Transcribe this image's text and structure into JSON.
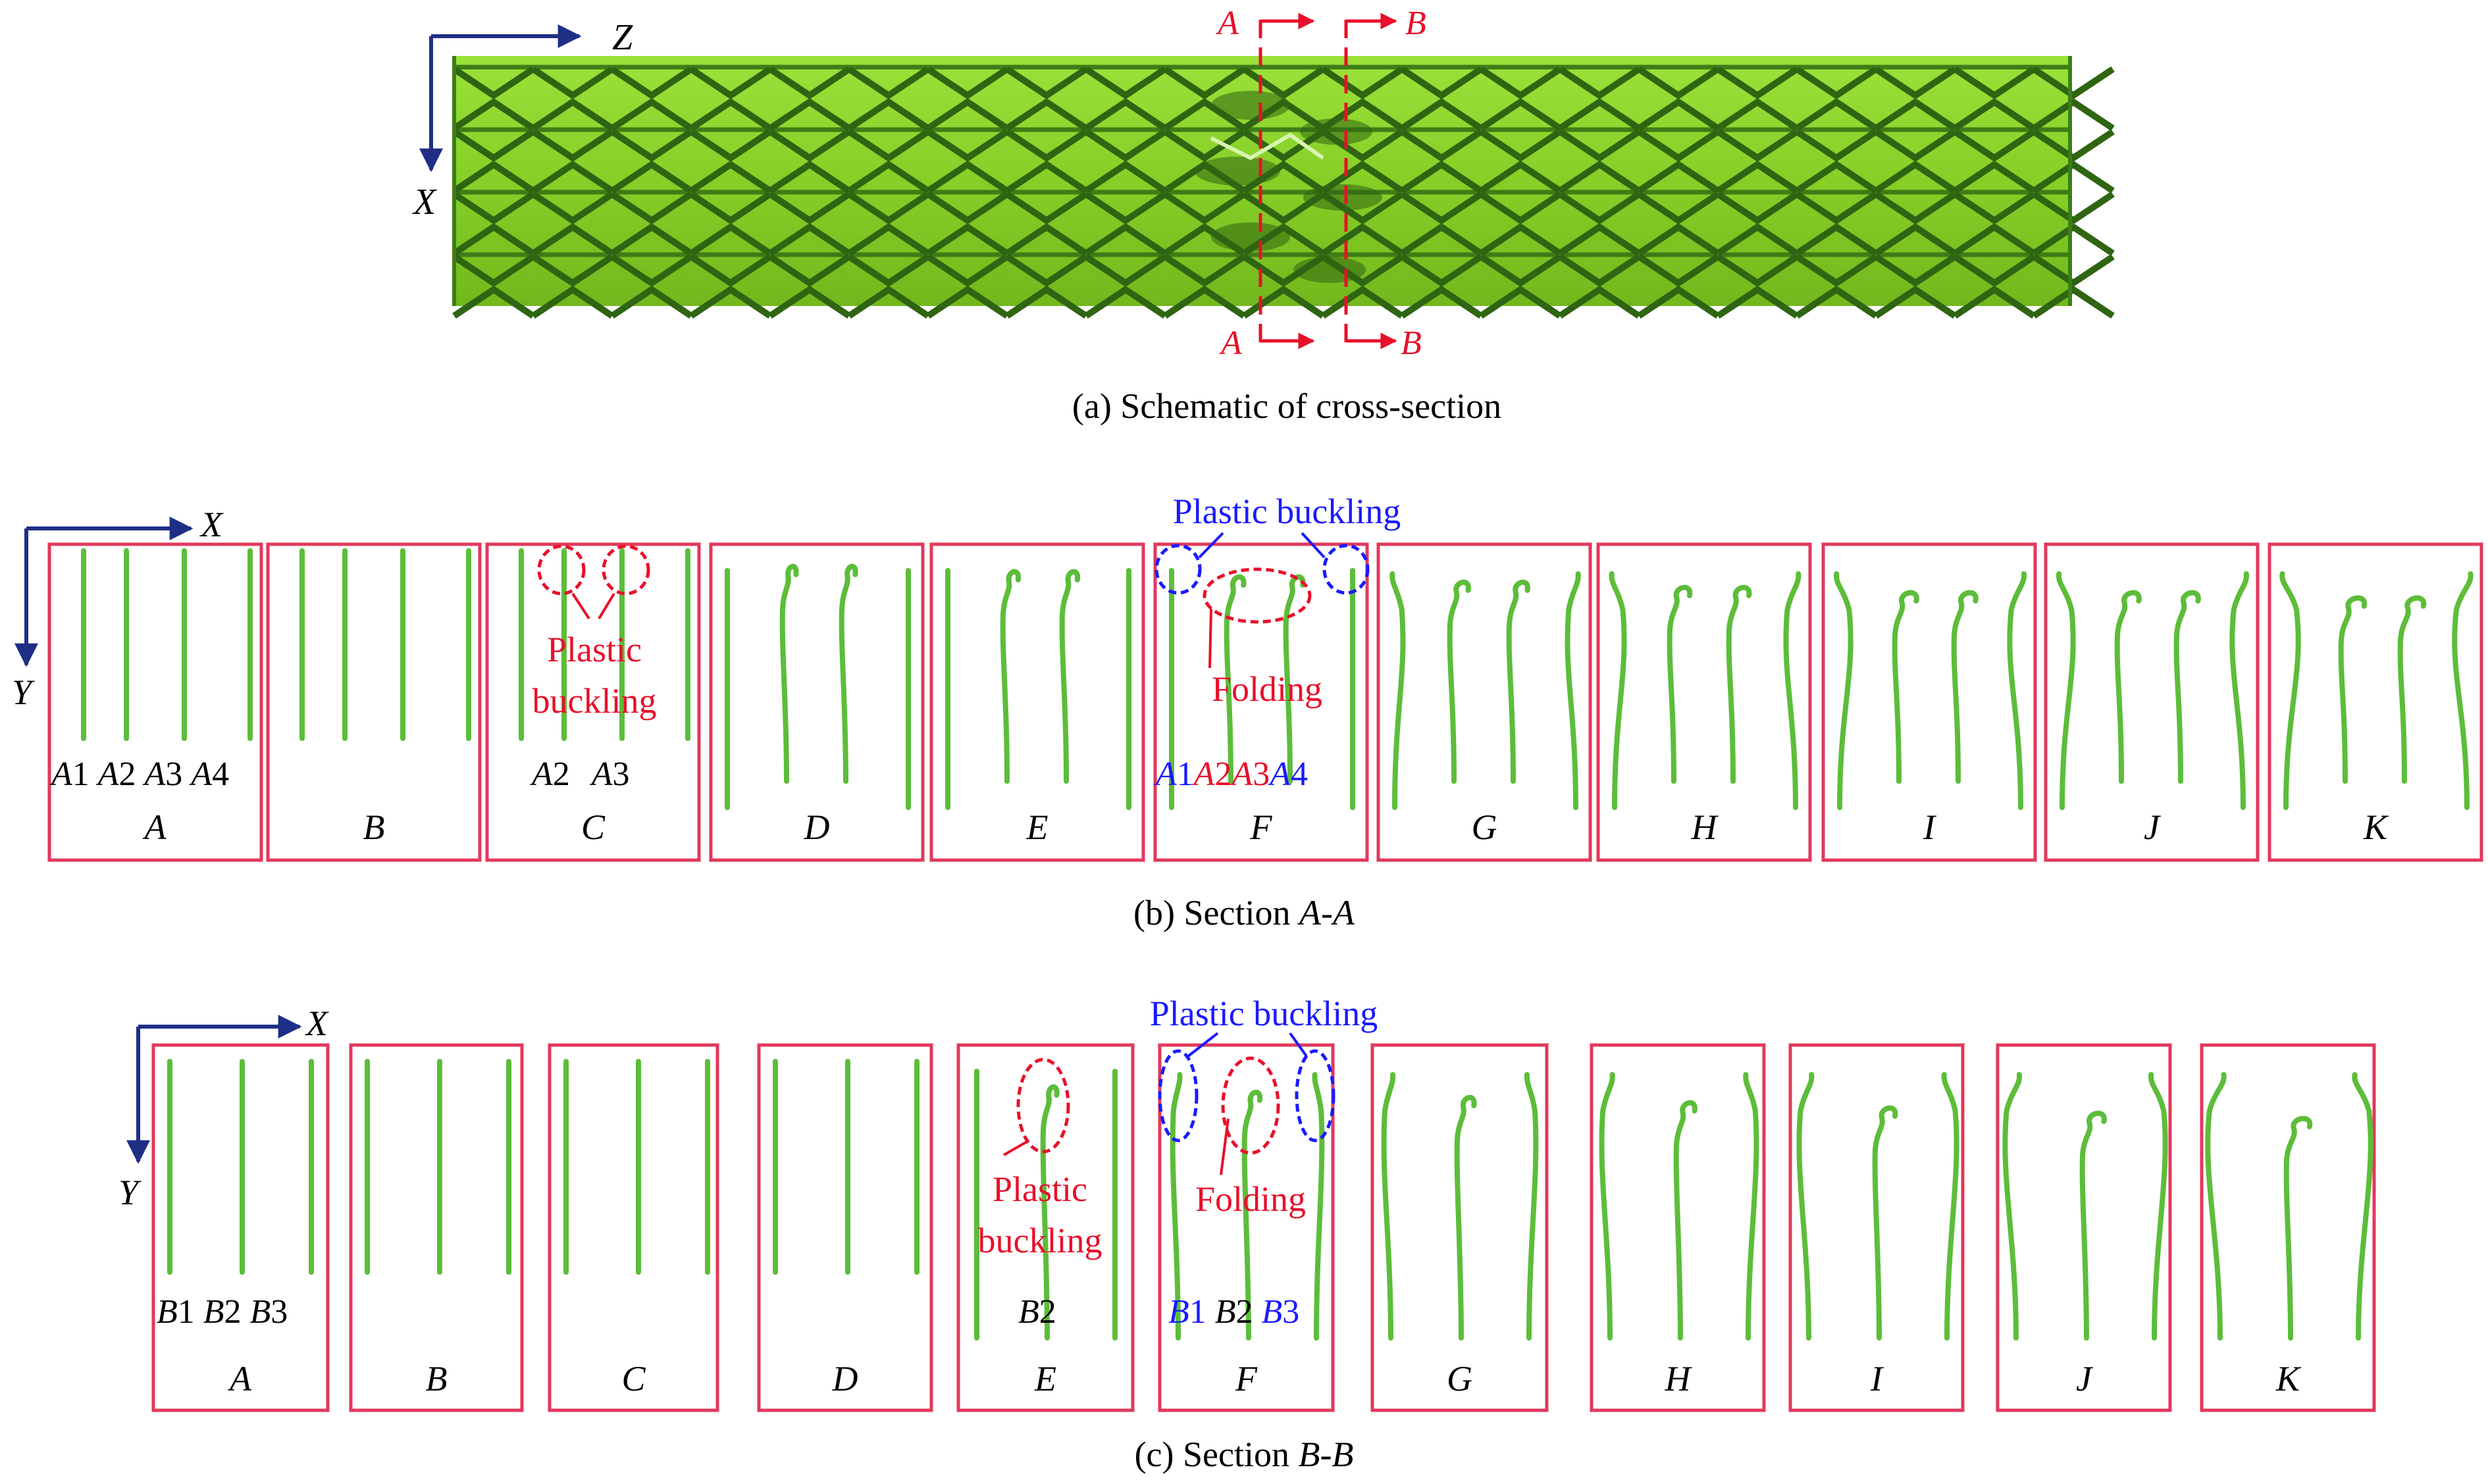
{
  "panel_a": {
    "axis_z": "Z",
    "axis_x": "X",
    "section_labels": {
      "a": "A",
      "b": "B"
    },
    "caption": "(a) Schematic of cross-section"
  },
  "panel_b": {
    "axis_x": "X",
    "axis_y": "Y",
    "boxes": [
      "A",
      "B",
      "C",
      "D",
      "E",
      "F",
      "G",
      "H",
      "I",
      "J",
      "K"
    ],
    "wall_labels": [
      {
        "letter": "A",
        "num": "1"
      },
      {
        "letter": "A",
        "num": "2"
      },
      {
        "letter": "A",
        "num": "3"
      },
      {
        "letter": "A",
        "num": "4"
      }
    ],
    "buckling_label_line1": "Plastic",
    "buckling_label_line2": "buckling",
    "buckling_top_label": "Plastic buckling",
    "folding_label": "Folding",
    "caption_prefix": "(b) Section ",
    "caption_section": "A-A"
  },
  "panel_c": {
    "axis_x": "X",
    "axis_y": "Y",
    "boxes": [
      "A",
      "B",
      "C",
      "D",
      "E",
      "F",
      "G",
      "H",
      "I",
      "J",
      "K"
    ],
    "wall_labels": [
      {
        "letter": "B",
        "num": "1"
      },
      {
        "letter": "B",
        "num": "2"
      },
      {
        "letter": "B",
        "num": "3"
      }
    ],
    "buckling_label_line1": "Plastic",
    "buckling_label_line2": "buckling",
    "buckling_top_label": "Plastic buckling",
    "folding_label": "Folding",
    "caption_prefix": "(c) Section ",
    "caption_section": "B-B"
  },
  "colors": {
    "frame": "#e2385c",
    "wall": "#5cbd3a",
    "axis": "#1f2f86",
    "annot_red": "#e8102a",
    "annot_blue": "#1a1aff",
    "tube_fill": "#8ad12a",
    "tube_dark": "#2f6512"
  }
}
